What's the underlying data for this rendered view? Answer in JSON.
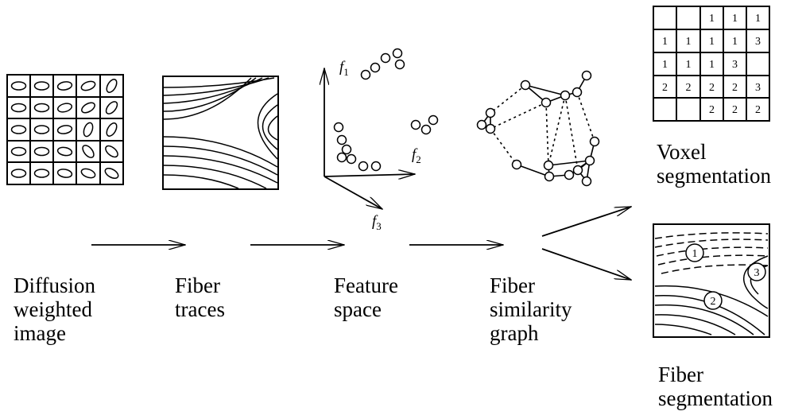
{
  "stages": [
    {
      "id": "diffusion",
      "label": "Diffusion\nweighted\nimage"
    },
    {
      "id": "traces",
      "label": "Fiber\ntraces"
    },
    {
      "id": "feature",
      "label": "Feature\nspace"
    },
    {
      "id": "graph",
      "label": "Fiber\nsimilarity\ngraph"
    },
    {
      "id": "voxel",
      "label": "Voxel\nsegmentation"
    },
    {
      "id": "fiberseg",
      "label": "Fiber\nsegmentation"
    }
  ],
  "feature_axes": {
    "f1": {
      "base": "f",
      "sub": "1"
    },
    "f2": {
      "base": "f",
      "sub": "2"
    },
    "f3": {
      "base": "f",
      "sub": "3"
    }
  },
  "voxel_grid": [
    [
      "",
      "",
      "1",
      "1",
      "1"
    ],
    [
      "1",
      "1",
      "1",
      "1",
      "3"
    ],
    [
      "1",
      "1",
      "1",
      "3",
      ""
    ],
    [
      "2",
      "2",
      "2",
      "2",
      "3"
    ],
    [
      "",
      "",
      "2",
      "2",
      "2"
    ]
  ],
  "fiber_bundle_labels": [
    "1",
    "2",
    "3"
  ]
}
